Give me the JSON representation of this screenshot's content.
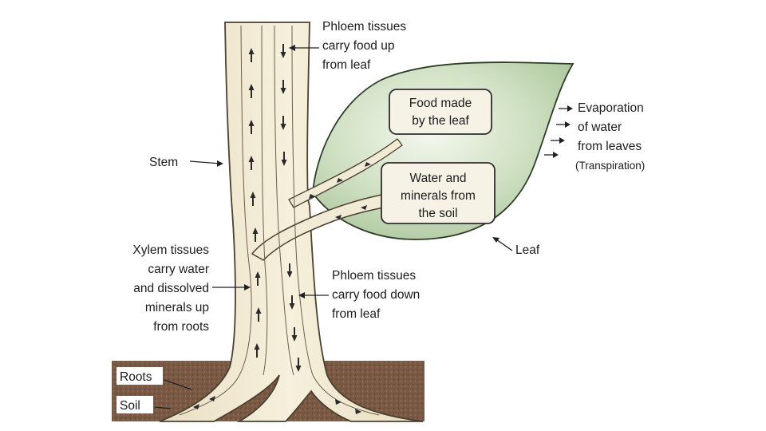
{
  "labels": {
    "phloem_up": [
      "Phloem tissues",
      "carry food up",
      "from leaf"
    ],
    "stem": "Stem",
    "xylem": [
      "Xylem tissues",
      "carry water",
      "and dissolved",
      "minerals up",
      "from roots"
    ],
    "phloem_down": [
      "Phloem tissues",
      "carry food down",
      "from leaf"
    ],
    "evaporation": [
      "Evaporation",
      "of water",
      "from leaves"
    ],
    "transpiration": "(Transpiration)",
    "leaf": "Leaf",
    "food_box": [
      "Food made",
      "by the leaf"
    ],
    "water_box": [
      "Water and",
      "minerals from",
      "the soil"
    ],
    "roots": "Roots",
    "soil": "Soil"
  },
  "colors": {
    "stem_fill": "#f1ead4",
    "stem_outline": "#4a4030",
    "leaf_fill": "#cfe0c2",
    "leaf_outline": "#2f3d28",
    "soil": "#7a5a44",
    "box_fill": "#f6f3e6",
    "arrow": "#2a2a2a"
  }
}
